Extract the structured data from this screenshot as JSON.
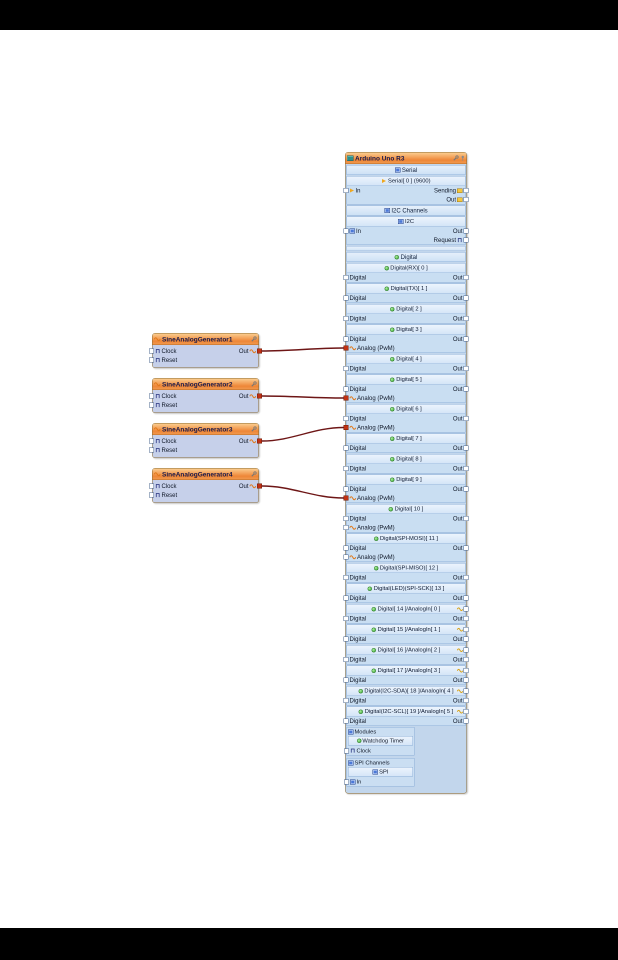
{
  "arduino": {
    "title": "Arduino Uno R3",
    "title_icons": [
      "board-icon",
      "wrench-icon"
    ],
    "serial_section": {
      "header": "Serial",
      "header_icon": "serial-icon",
      "channel": "Serial[ 0 ] (9600)",
      "channel_icon": "flag-icon",
      "rows": {
        "in": "In",
        "sending": "Sending",
        "out": "Out"
      }
    },
    "i2c_section": {
      "header": "I2C Channels",
      "header_icon": "i2c-icon",
      "channel": "I2C",
      "channel_icon": "i2c-icon",
      "rows": {
        "in": "In",
        "out": "Out",
        "request": "Request"
      }
    },
    "digital_section": {
      "header": "Digital",
      "header_icon": "digital-icon",
      "labels": {
        "digital": "Digital",
        "out": "Out",
        "analog": "Analog (PwM)"
      },
      "channels": [
        {
          "label": "Digital(RX)[ 0 ]"
        },
        {
          "label": "Digital(TX)[ 1 ]"
        },
        {
          "label": "Digital[ 2 ]"
        },
        {
          "label": "Digital[ 3 ]",
          "pwm": true,
          "pin_id": "d3.analog",
          "connected": true
        },
        {
          "label": "Digital[ 4 ]"
        },
        {
          "label": "Digital[ 5 ]",
          "pwm": true,
          "pin_id": "d5.analog",
          "connected": true
        },
        {
          "label": "Digital[ 6 ]",
          "pwm": true,
          "pin_id": "d6.analog",
          "connected": true
        },
        {
          "label": "Digital[ 7 ]"
        },
        {
          "label": "Digital[ 8 ]"
        },
        {
          "label": "Digital[ 9 ]",
          "pwm": true,
          "pin_id": "d9.analog",
          "connected": true
        },
        {
          "label": "Digital[ 10 ]",
          "pwm": true
        },
        {
          "label": "Digital(SPI-MOSI)[ 11 ]",
          "pwm": true
        },
        {
          "label": "Digital(SPI-MISO)[ 12 ]"
        },
        {
          "label": "Digital(LED)(SPI-SCK)[ 13 ]"
        },
        {
          "label": "Digital[ 14 ]/AnalogIn[ 0 ]",
          "analog_in": true
        },
        {
          "label": "Digital[ 15 ]/AnalogIn[ 1 ]",
          "analog_in": true
        },
        {
          "label": "Digital[ 16 ]/AnalogIn[ 2 ]",
          "analog_in": true
        },
        {
          "label": "Digital[ 17 ]/AnalogIn[ 3 ]",
          "analog_in": true
        },
        {
          "label": "Digital(I2C-SDA)[ 18 ]/AnalogIn[ 4 ]",
          "analog_in": true
        },
        {
          "label": "Digital(I2C-SCL)[ 19 ]/AnalogIn[ 5 ]",
          "analog_in": true
        }
      ]
    },
    "modules": {
      "title": "Modules",
      "watchdog": "Watchdog Timer",
      "clock": "Clock",
      "spi_channels": "SPI Channels",
      "spi": "SPI",
      "in": "In"
    }
  },
  "generators": [
    {
      "title": "SineAnalogGenerator1",
      "clock": "Clock",
      "reset": "Reset",
      "out": "Out",
      "pin_id": "gen1.out"
    },
    {
      "title": "SineAnalogGenerator2",
      "clock": "Clock",
      "reset": "Reset",
      "out": "Out",
      "pin_id": "gen2.out"
    },
    {
      "title": "SineAnalogGenerator3",
      "clock": "Clock",
      "reset": "Reset",
      "out": "Out",
      "pin_id": "gen3.out"
    },
    {
      "title": "SineAnalogGenerator4",
      "clock": "Clock",
      "reset": "Reset",
      "out": "Out",
      "pin_id": "gen4.out"
    }
  ],
  "connections": [
    {
      "from": "gen1.out",
      "to": "d3.analog"
    },
    {
      "from": "gen2.out",
      "to": "d5.analog"
    },
    {
      "from": "gen3.out",
      "to": "d6.analog"
    },
    {
      "from": "gen4.out",
      "to": "d9.analog"
    }
  ],
  "colors": {
    "wire": "#6e1616",
    "title_bar": "#ee8637",
    "component_body": "#c2d6ec",
    "generator_body": "#c6d0ea",
    "connected_pin": "#c03214",
    "canvas_background": "#ffffff",
    "letterbox_bars": "#000000"
  }
}
